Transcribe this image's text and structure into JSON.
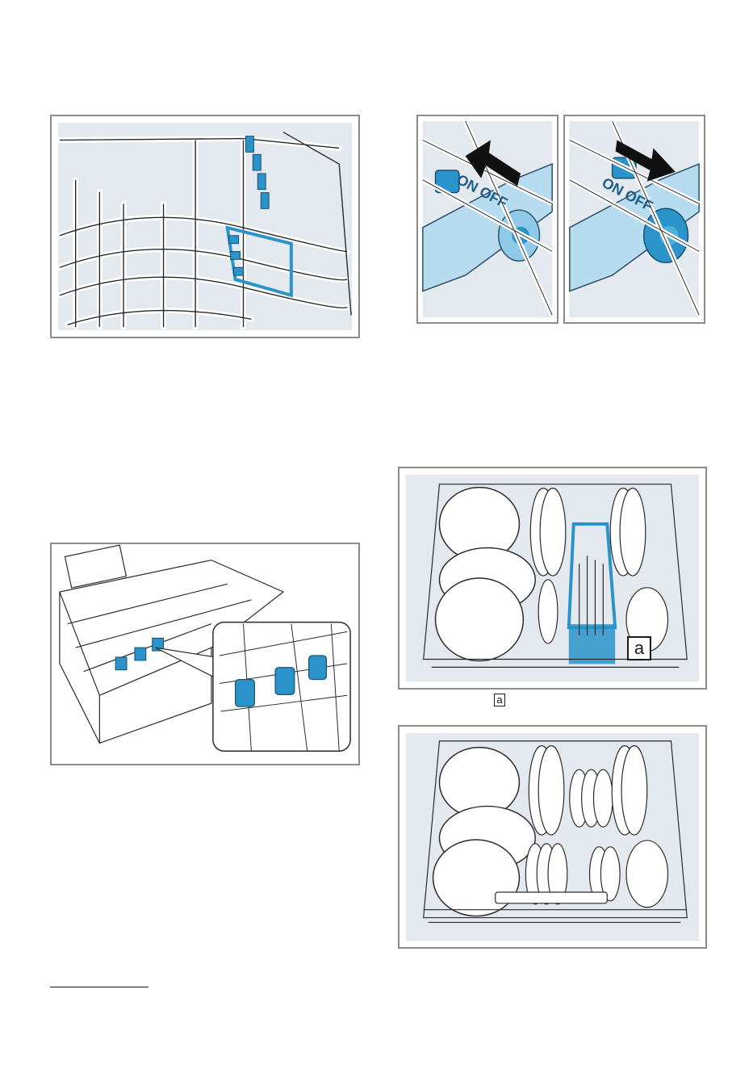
{
  "figures": {
    "upper_basket_racks": {
      "icon": "basket-fold-down-racks-illustration"
    },
    "switch_on": {
      "switch_label": "ON OFF",
      "icon": "spray-arm-switch-on-illustration"
    },
    "switch_off": {
      "switch_label": "ON OFF",
      "icon": "spray-arm-switch-off-illustration"
    },
    "lower_basket_spray": {
      "icon": "lower-basket-spray-insert-illustration"
    },
    "lower_basket_cutlery": {
      "callout": "a",
      "icon": "lower-basket-with-cutlery-basket-illustration"
    },
    "lower_basket_plates": {
      "icon": "lower-basket-loaded-plates-illustration"
    }
  },
  "caption_label": "a",
  "colors": {
    "accent_blue": "#2a93c9",
    "light_blue": "#b7dcef",
    "panel_bg": "#e4e8ef",
    "frame": "#8c8c8c"
  }
}
